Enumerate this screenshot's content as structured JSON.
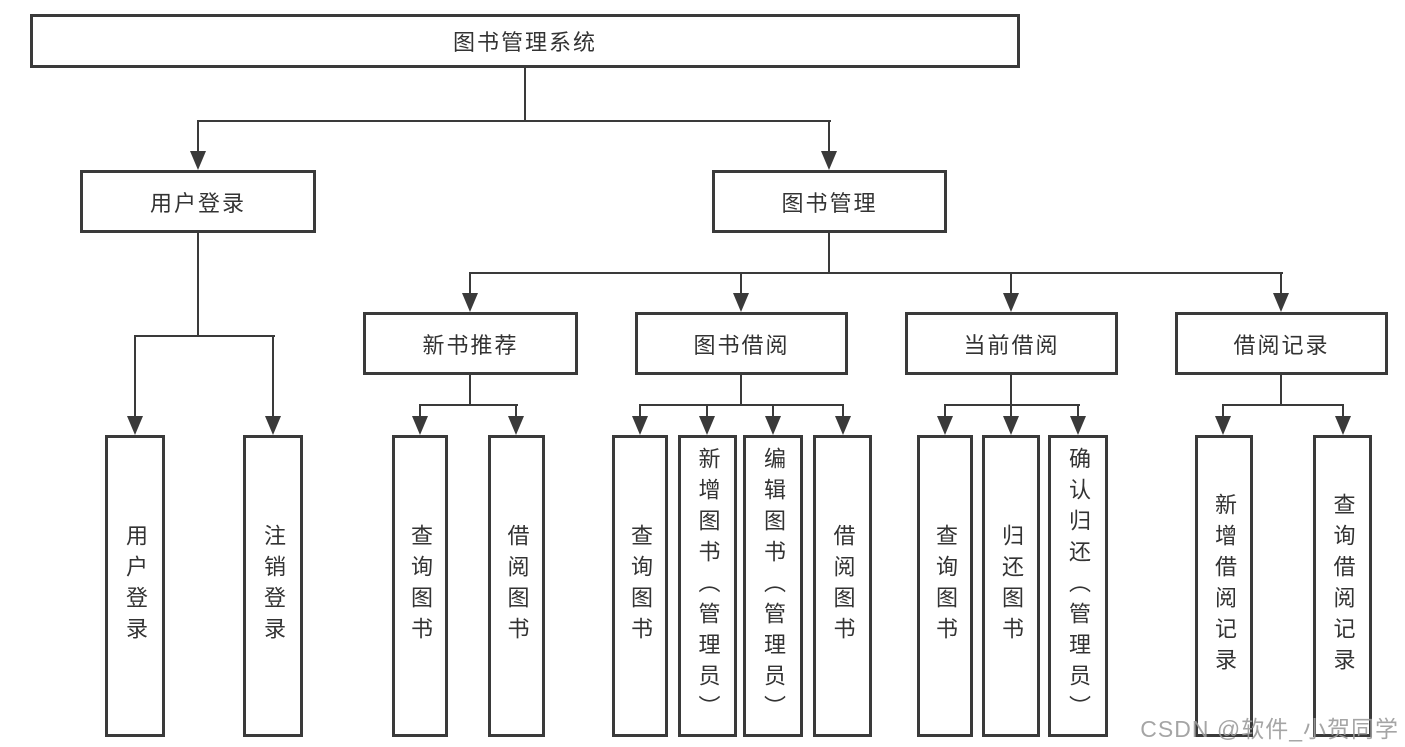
{
  "colors": {
    "line": "#3a3a3a",
    "text": "#333333",
    "watermark": "#9c9c9c",
    "background": "#ffffff"
  },
  "tree": {
    "root_label": "图书管理系统",
    "branches": [
      {
        "label": "用户登录",
        "leaves": [
          "用户登录",
          "注销登录"
        ]
      },
      {
        "label": "图书管理",
        "groups": [
          {
            "label": "新书推荐",
            "leaves": [
              "查询图书",
              "借阅图书"
            ]
          },
          {
            "label": "图书借阅",
            "leaves": [
              "查询图书",
              "新增图书（管理员）",
              "编辑图书（管理员）",
              "借阅图书"
            ]
          },
          {
            "label": "当前借阅",
            "leaves": [
              "查询图书",
              "归还图书",
              "确认归还（管理员）"
            ]
          },
          {
            "label": "借阅记录",
            "leaves": [
              "新增借阅记录",
              "查询借阅记录"
            ]
          }
        ]
      }
    ]
  },
  "watermark": "CSDN @软件_小贺同学"
}
